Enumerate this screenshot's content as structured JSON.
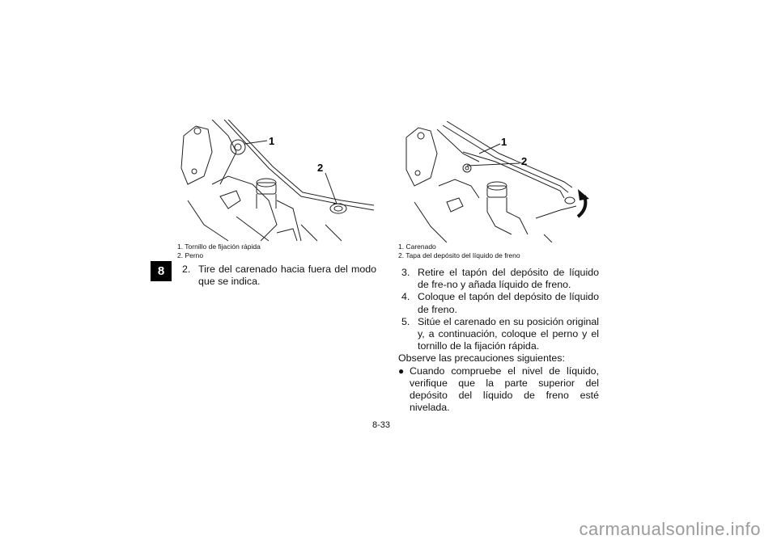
{
  "section_tab": "8",
  "figure_left": {
    "callout_1": "1",
    "callout_2": "2",
    "captions": [
      "1. Tornillo de fijación rápida",
      "2. Perno"
    ]
  },
  "figure_right": {
    "callout_1": "1",
    "callout_2": "2",
    "captions": [
      "1. Carenado",
      "2. Tapa del depósito del líquido de freno"
    ]
  },
  "left_steps": [
    {
      "num": "2.",
      "text": "Tire del carenado hacia fuera del modo que se indica."
    }
  ],
  "right_steps": [
    {
      "num": "3.",
      "text": "Retire el tapón del depósito de líquido de fre-no y añada líquido de freno."
    },
    {
      "num": "4.",
      "text": "Coloque el tapón del depósito de líquido de freno."
    },
    {
      "num": "5.",
      "text": "Sitúe el carenado en su posición original y, a continuación, coloque el perno y el tornillo de la fijación rápida."
    }
  ],
  "observe_text": "Observe las precauciones siguientes:",
  "bullet_text": "Cuando compruebe el nivel de líquido, verifique que la parte superior del depósito del líquido de freno esté nivelada.",
  "page_number": "8-33",
  "watermark": "carmanualsonline.info"
}
